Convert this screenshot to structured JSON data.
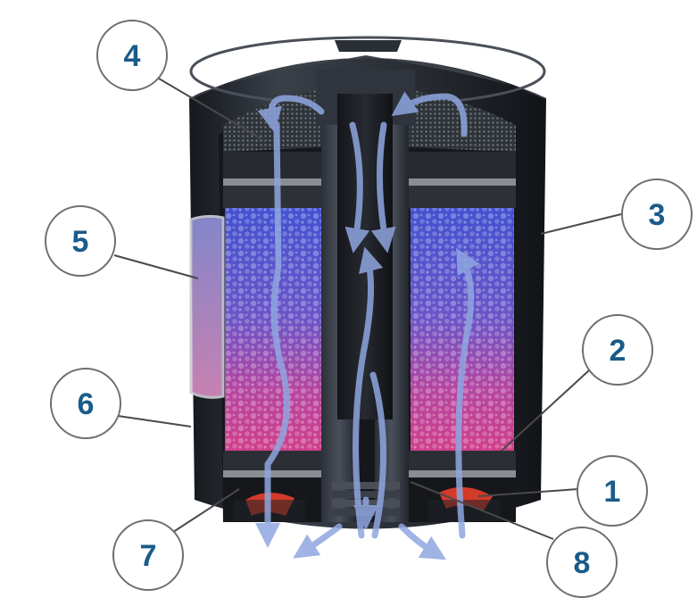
{
  "colors": {
    "callout_text": "#1a5b8a",
    "callout_ring": "#6e6e6e",
    "leader_line": "#4a4a4a",
    "housing": "#23272e",
    "flow_arrow": "#8fa6e0",
    "resin_top": "#4d5fd6",
    "resin_bottom": "#c4418e",
    "valve_red": "#d23a2a"
  },
  "callouts": [
    {
      "id": "4",
      "label": "4",
      "target": "top-mesh-filter"
    },
    {
      "id": "3",
      "label": "3",
      "target": "outer-housing"
    },
    {
      "id": "5",
      "label": "5",
      "target": "level-window"
    },
    {
      "id": "2",
      "label": "2",
      "target": "resin-chamber-wall"
    },
    {
      "id": "6",
      "label": "6",
      "target": "housing-wall"
    },
    {
      "id": "1",
      "label": "1",
      "target": "bottom-valve"
    },
    {
      "id": "7",
      "label": "7",
      "target": "bottom-mesh-filter"
    },
    {
      "id": "8",
      "label": "8",
      "target": "threaded-outlet"
    }
  ]
}
